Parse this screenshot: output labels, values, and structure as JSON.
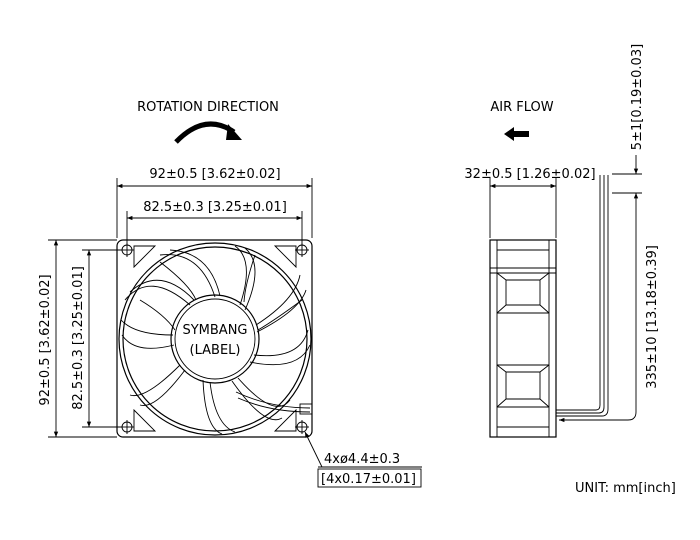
{
  "front_view": {
    "rotation_label": "ROTATION DIRECTION",
    "width_outer": "92±0.5 [3.62±0.02]",
    "width_holes": "82.5±0.3 [3.25±0.01]",
    "height_outer": "92±0.5 [3.62±0.02]",
    "height_holes": "82.5±0.3 [3.25±0.01]",
    "label_line1": "SYMBANG",
    "label_line2": "(LABEL)",
    "hole_spec_mm": "4xø4.4±0.3",
    "hole_spec_inch": "[4x0.17±0.01]"
  },
  "side_view": {
    "airflow_label": "AIR FLOW",
    "depth": "32±0.5 [1.26±0.02]",
    "strip_length": "5±1[0.19±0.03]",
    "lead_length": "335±10 [13.18±0.39]"
  },
  "unit_note": "UNIT: mm[inch]"
}
